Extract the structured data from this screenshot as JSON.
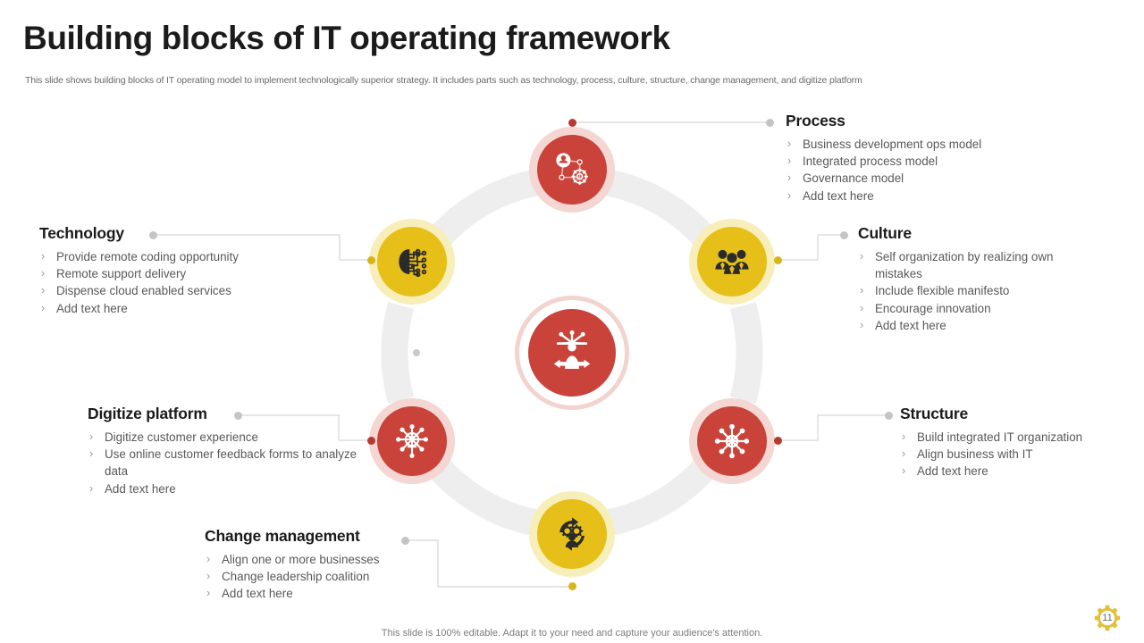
{
  "header": {
    "title": "Building blocks of IT operating framework",
    "subtitle": "This slide shows building blocks of IT  operating model to implement technologically superior strategy. It includes parts such as technology, process, culture, structure, change management, and digitize platform"
  },
  "blocks": {
    "process": {
      "title": "Process",
      "items": [
        "Business development  ops model",
        "Integrated  process model",
        "Governance  model",
        "Add text here"
      ]
    },
    "culture": {
      "title": "Culture",
      "items": [
        "Self organization by realizing own mistakes",
        "Include  flexible manifesto",
        "Encourage innovation",
        "Add text here"
      ]
    },
    "structure": {
      "title": "Structure",
      "items": [
        "Build integrated IT  organization",
        "Align business with IT",
        "Add text here"
      ]
    },
    "technology": {
      "title": "Technology",
      "items": [
        "Provide remote  coding opportunity",
        "Remote support  delivery",
        "Dispense cloud enabled services",
        "Add text here"
      ]
    },
    "digitize_platform": {
      "title": "Digitize platform",
      "items": [
        "Digitize customer  experience",
        "Use online  customer  feedback forms to analyze  data",
        "Add text here"
      ]
    },
    "change_management": {
      "title": "Change management",
      "items": [
        "Align one or more businesses",
        "Change leadership coalition",
        "Add text here"
      ]
    }
  },
  "diagram": {
    "nodes": [
      {
        "id": "process",
        "icon": "process-network-gear-icon",
        "color": "red"
      },
      {
        "id": "culture",
        "icon": "team-people-icon",
        "color": "yellow"
      },
      {
        "id": "structure",
        "icon": "structure-hub-icon",
        "color": "red"
      },
      {
        "id": "change-management",
        "icon": "change-gears-person-icon",
        "color": "yellow"
      },
      {
        "id": "digitize-platform",
        "icon": "digitize-user-network-icon",
        "color": "red"
      },
      {
        "id": "technology",
        "icon": "brain-circuit-icon",
        "color": "yellow"
      }
    ],
    "center": {
      "id": "center",
      "icon": "person-arrows-hub-icon",
      "color": "red"
    }
  },
  "colors": {
    "red": "#c9433a",
    "red_halo": "#f4d6d2",
    "yellow": "#e6bf18",
    "yellow_halo": "#f8eeb9",
    "ring": "#eeeeee",
    "connector": "#d6d6d6",
    "dot_gray": "#c4c4c4",
    "text_body": "#58595b",
    "text_head": "#1b1b1b"
  },
  "bullet_glyph": "›",
  "footer": {
    "note": "This slide is 100% editable. Adapt it to your need and capture your audience's attention.",
    "page_number": "11"
  }
}
